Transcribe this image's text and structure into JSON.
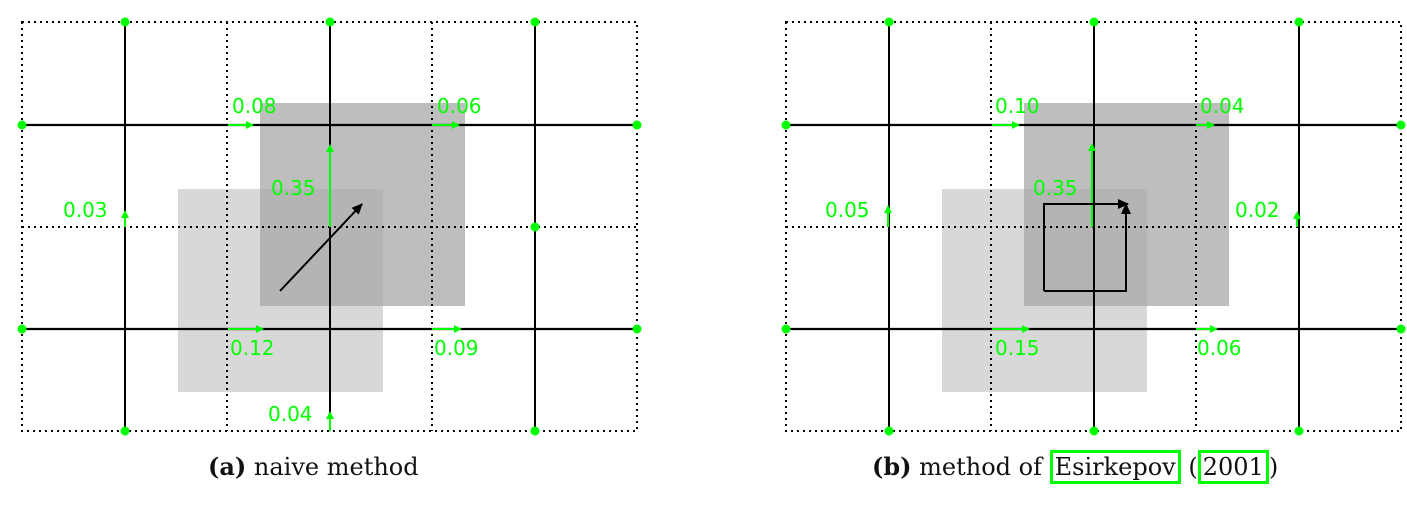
{
  "colors": {
    "accent": "#00ff00",
    "light_box": "#d8d8d8",
    "dark_box": "#a0a0a0"
  },
  "panels": [
    {
      "id": "a",
      "caption_tag": "(a)",
      "caption_text": "naive method",
      "labels": {
        "h_top_left": "0.08",
        "h_top_right": "0.06",
        "h_bot_left": "0.12",
        "h_bot_right": "0.09",
        "v_left": "0.03",
        "v_center": "0.35",
        "v_bottom": "0.04"
      }
    },
    {
      "id": "b",
      "caption_tag": "(b)",
      "caption_text": "method of",
      "citation_author": "Esirkepov",
      "citation_year": "2001",
      "labels": {
        "h_top_left": "0.10",
        "h_top_right": "0.04",
        "h_bot_left": "0.15",
        "h_bot_right": "0.06",
        "v_left": "0.05",
        "v_center": "0.35",
        "v_right": "0.02"
      }
    }
  ]
}
